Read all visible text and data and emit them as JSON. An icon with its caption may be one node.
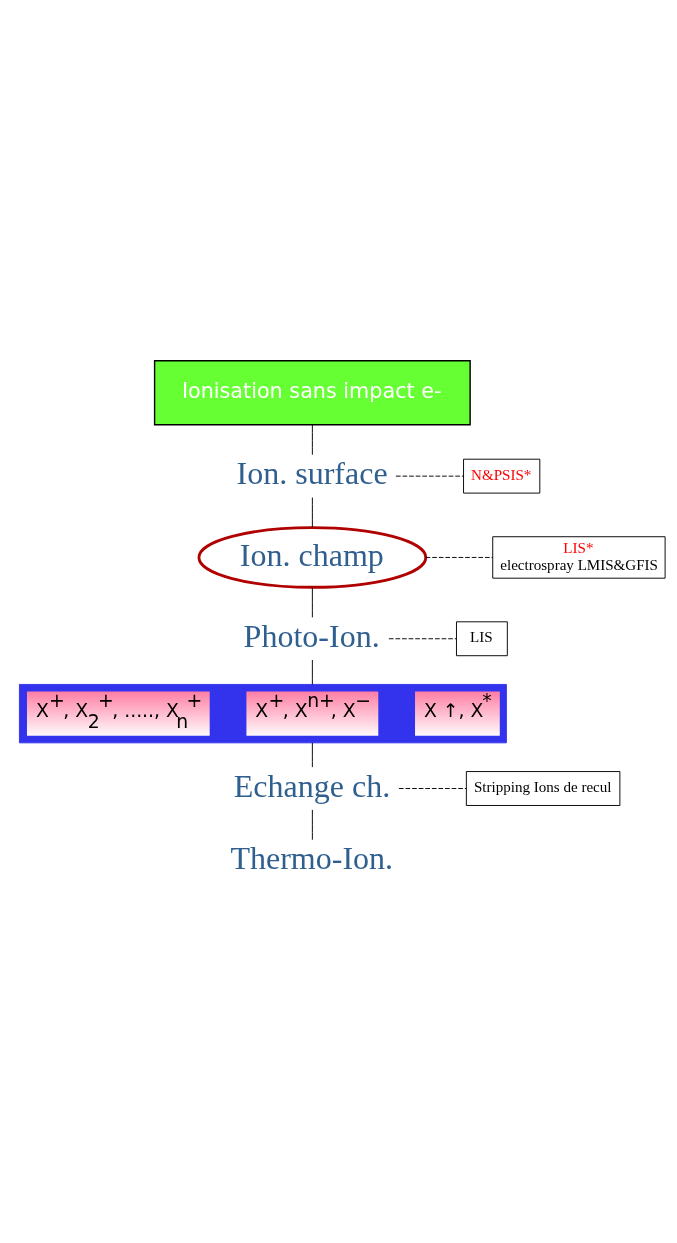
{
  "diagram": {
    "nodes": [
      {
        "text": [
          "Ionisation sans impact e-"
        ]
      },
      {
        "text": [
          "Ion. surface"
        ]
      },
      {
        "text": [
          "N&PSIS*"
        ]
      },
      {
        "text": [
          "Ion. champ"
        ]
      },
      {
        "text": [
          "LIS*",
          "electrospray LMIS&GFIS"
        ]
      },
      {
        "text": [
          "Photo-Ion."
        ]
      },
      {
        "text": [
          "LIS"
        ]
      },
      {
        "text": [],
        "shape": "bar"
      },
      {
        "text": [
          "X$^{+}$, X$_{2}$$^{+}$, ....., X$_{n}$$^{+}$"
        ],
        "in": 7
      },
      {
        "text": [
          "X$^{+}$, X$^{n+}$, X$^{−}$"
        ],
        "in": 7
      },
      {
        "text": [
          "X ↑, X$^{*}$"
        ],
        "in": 7
      },
      {
        "text": [
          "Echange ch."
        ]
      },
      {
        "text": [
          "Stripping Ions de recul"
        ]
      },
      {
        "text": [
          "Thermo-Ion."
        ]
      }
    ],
    "edges": [
      {
        "from": 0,
        "to": 1,
        "arrow": "none"
      },
      {
        "from": 1,
        "to": 2,
        "arrow": "none",
        "style": "dashed"
      },
      {
        "from": 1,
        "to": 3,
        "arrow": "none"
      },
      {
        "from": 3,
        "to": 4,
        "arrow": "none",
        "style": "dashed"
      },
      {
        "from": 3,
        "to": 5,
        "arrow": "none"
      },
      {
        "from": 5,
        "to": 6,
        "arrow": "none",
        "style": "dashed"
      },
      {
        "from": 5,
        "to": 7,
        "arrow": "none"
      },
      {
        "from": 7,
        "to": 11,
        "arrow": "none"
      },
      {
        "from": 11,
        "to": 12,
        "arrow": "none",
        "style": "dashed"
      },
      {
        "from": 11,
        "to": 13,
        "arrow": "none"
      }
    ]
  }
}
